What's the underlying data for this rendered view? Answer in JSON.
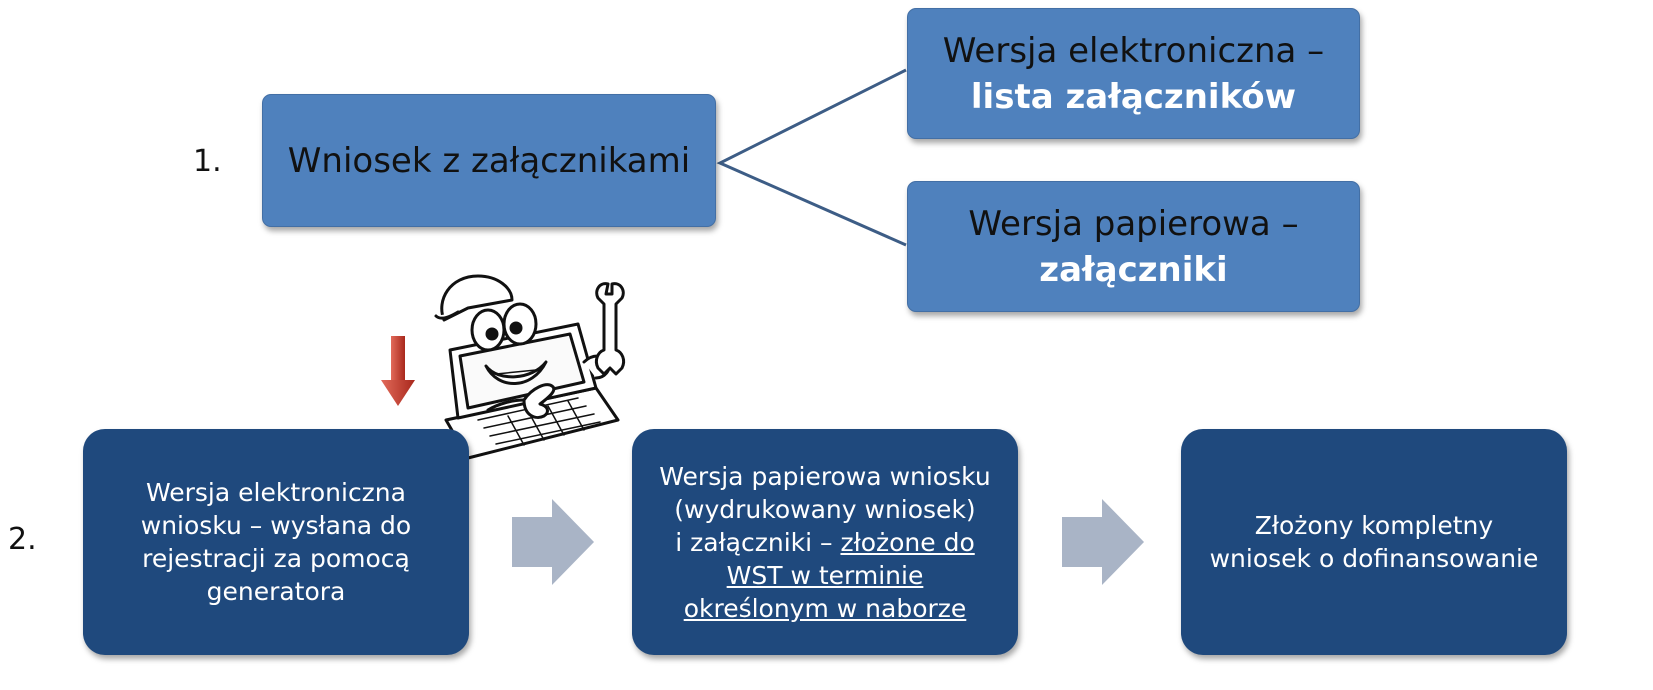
{
  "step1": {
    "number": "1.",
    "main_box": "Wniosek z załącznikami",
    "branch_top": {
      "line1": "Wersja elektroniczna –",
      "line2_bold": "lista załączników"
    },
    "branch_bottom": {
      "line1": "Wersja papierowa –",
      "line2_bold": "załączniki"
    }
  },
  "step2": {
    "number": "2.",
    "box1": [
      "Wersja elektroniczna",
      "wniosku – wysłana do",
      "rejestracji za pomocą",
      "generatora"
    ],
    "box2": {
      "line1": "Wersja papierowa wniosku",
      "line2": "(wydrukowany wniosek)",
      "line3_plain": "i załączniki – ",
      "line3_underlined": "złożone do",
      "line4_underlined": "WST w terminie",
      "line5_underlined": "określonym w naborze"
    },
    "box3": [
      "Złożony kompletny",
      "wniosek o dofinansowanie"
    ]
  },
  "colors": {
    "light_box": "#4f81bd",
    "dark_box": "#1f497d",
    "connector": "#3d5d86",
    "flow_arrow": "#a9b4c6",
    "red_arrow": "#c0392b"
  },
  "icons": {
    "red_arrow": "down-arrow-icon",
    "cartoon": "laptop-mechanic-cartoon-icon"
  }
}
